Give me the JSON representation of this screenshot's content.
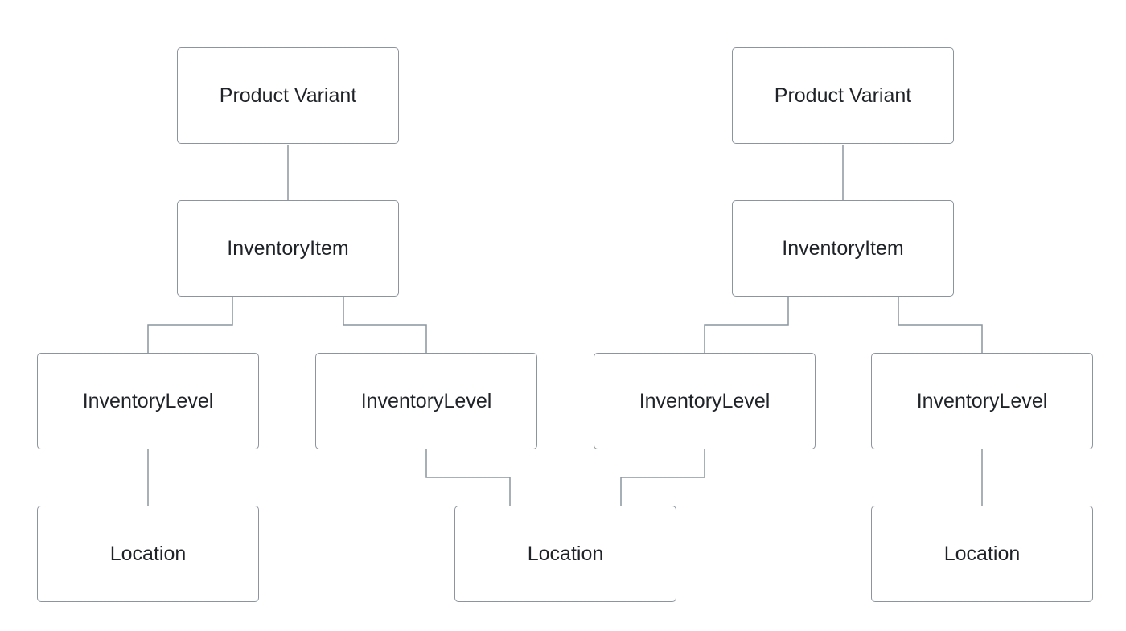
{
  "diagram": {
    "left_tree": {
      "product_variant": "Product Variant",
      "inventory_item": "InventoryItem",
      "inventory_level_1": "InventoryLevel",
      "inventory_level_2": "InventoryLevel",
      "location": "Location"
    },
    "right_tree": {
      "product_variant": "Product Variant",
      "inventory_item": "InventoryItem",
      "inventory_level_1": "InventoryLevel",
      "inventory_level_2": "InventoryLevel",
      "location": "Location"
    },
    "shared_location": "Location"
  },
  "colors": {
    "border": "#8c959f",
    "text": "#1f2328",
    "background": "#ffffff"
  }
}
